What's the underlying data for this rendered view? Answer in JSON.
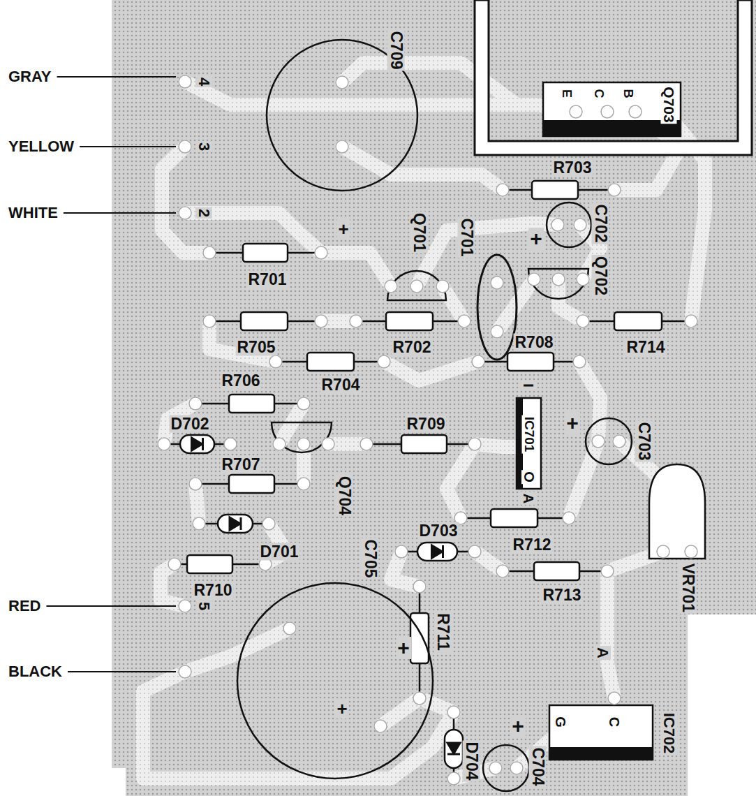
{
  "diagram": {
    "labels": [
      "GRAY",
      "YELLOW",
      "WHITE",
      "RED",
      "BLACK",
      "4",
      "3",
      "2",
      "5",
      "C709",
      "+",
      "E",
      "C",
      "B",
      "Q703",
      "R703",
      "C702",
      "+",
      "Q701",
      "C701",
      "Q702",
      "R701",
      "R705",
      "R702",
      "R714",
      "R708",
      "R704",
      "R706",
      "D702",
      "R709",
      "I",
      "IC701",
      "O",
      "A",
      "+",
      "C703",
      "Q704",
      "R707",
      "D701",
      "D703",
      "R712",
      "VR701",
      "R710",
      "R713",
      "C705",
      "+",
      "+",
      "R711",
      "D704",
      "+",
      "C704",
      "A",
      "G",
      "C",
      "IC702"
    ]
  }
}
